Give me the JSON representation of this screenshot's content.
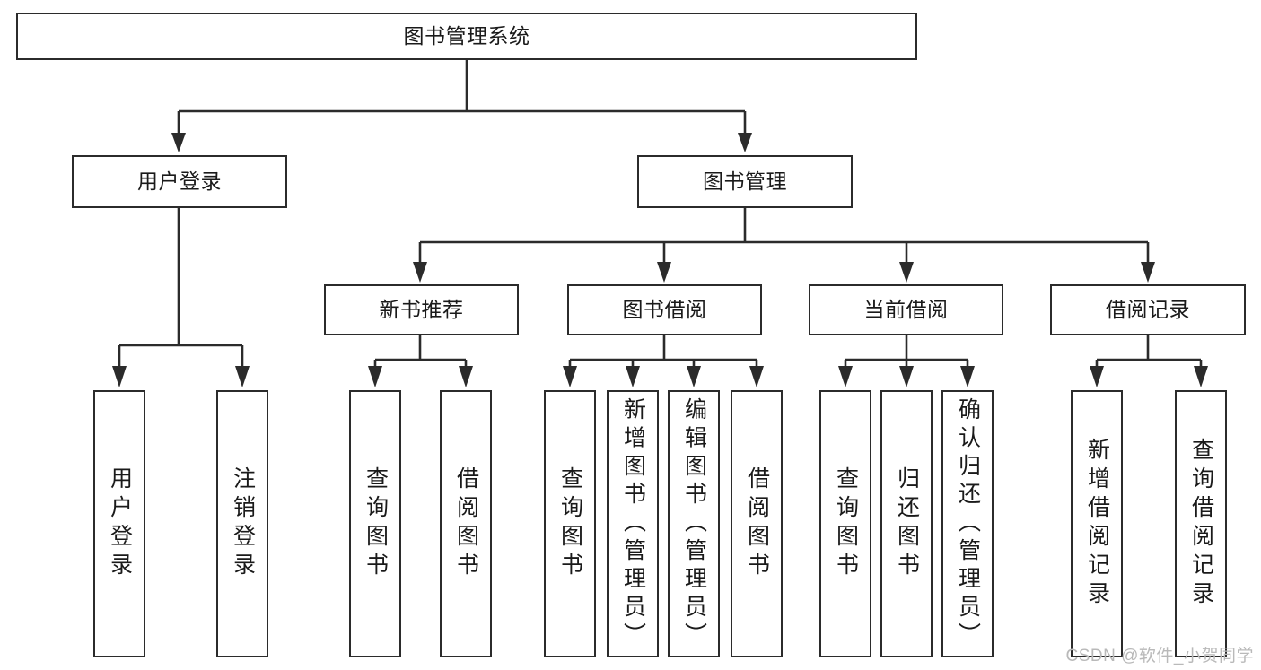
{
  "diagram": {
    "title": "图书管理系统",
    "type": "tree-hierarchy-chart",
    "orientation": "top-down",
    "colors": {
      "line": "#2b2b2b",
      "box_fill": "#ffffff",
      "text": "#1a1a1a",
      "watermark": "#b9b9b9"
    },
    "root": {
      "label": "图书管理系统"
    },
    "level2": [
      {
        "label": "用户登录"
      },
      {
        "label": "图书管理"
      }
    ],
    "level3": [
      {
        "label": "新书推荐"
      },
      {
        "label": "图书借阅"
      },
      {
        "label": "当前借阅"
      },
      {
        "label": "借阅记录"
      }
    ],
    "leaves": {
      "user_login": [
        {
          "label": "用户登录"
        },
        {
          "label": "注销登录"
        }
      ],
      "new_book_recommend": [
        {
          "label": "查询图书"
        },
        {
          "label": "借阅图书"
        }
      ],
      "book_borrow": [
        {
          "label": "查询图书"
        },
        {
          "label": "新增图书（管理员）"
        },
        {
          "label": "编辑图书（管理员）"
        },
        {
          "label": "借阅图书"
        }
      ],
      "current_borrow": [
        {
          "label": "查询图书"
        },
        {
          "label": "归还图书"
        },
        {
          "label": "确认归还（管理员）"
        }
      ],
      "borrow_record": [
        {
          "label": "新增借阅记录"
        },
        {
          "label": "查询借阅记录"
        }
      ]
    }
  },
  "watermark": {
    "text": "CSDN @软件_小贺同学"
  }
}
